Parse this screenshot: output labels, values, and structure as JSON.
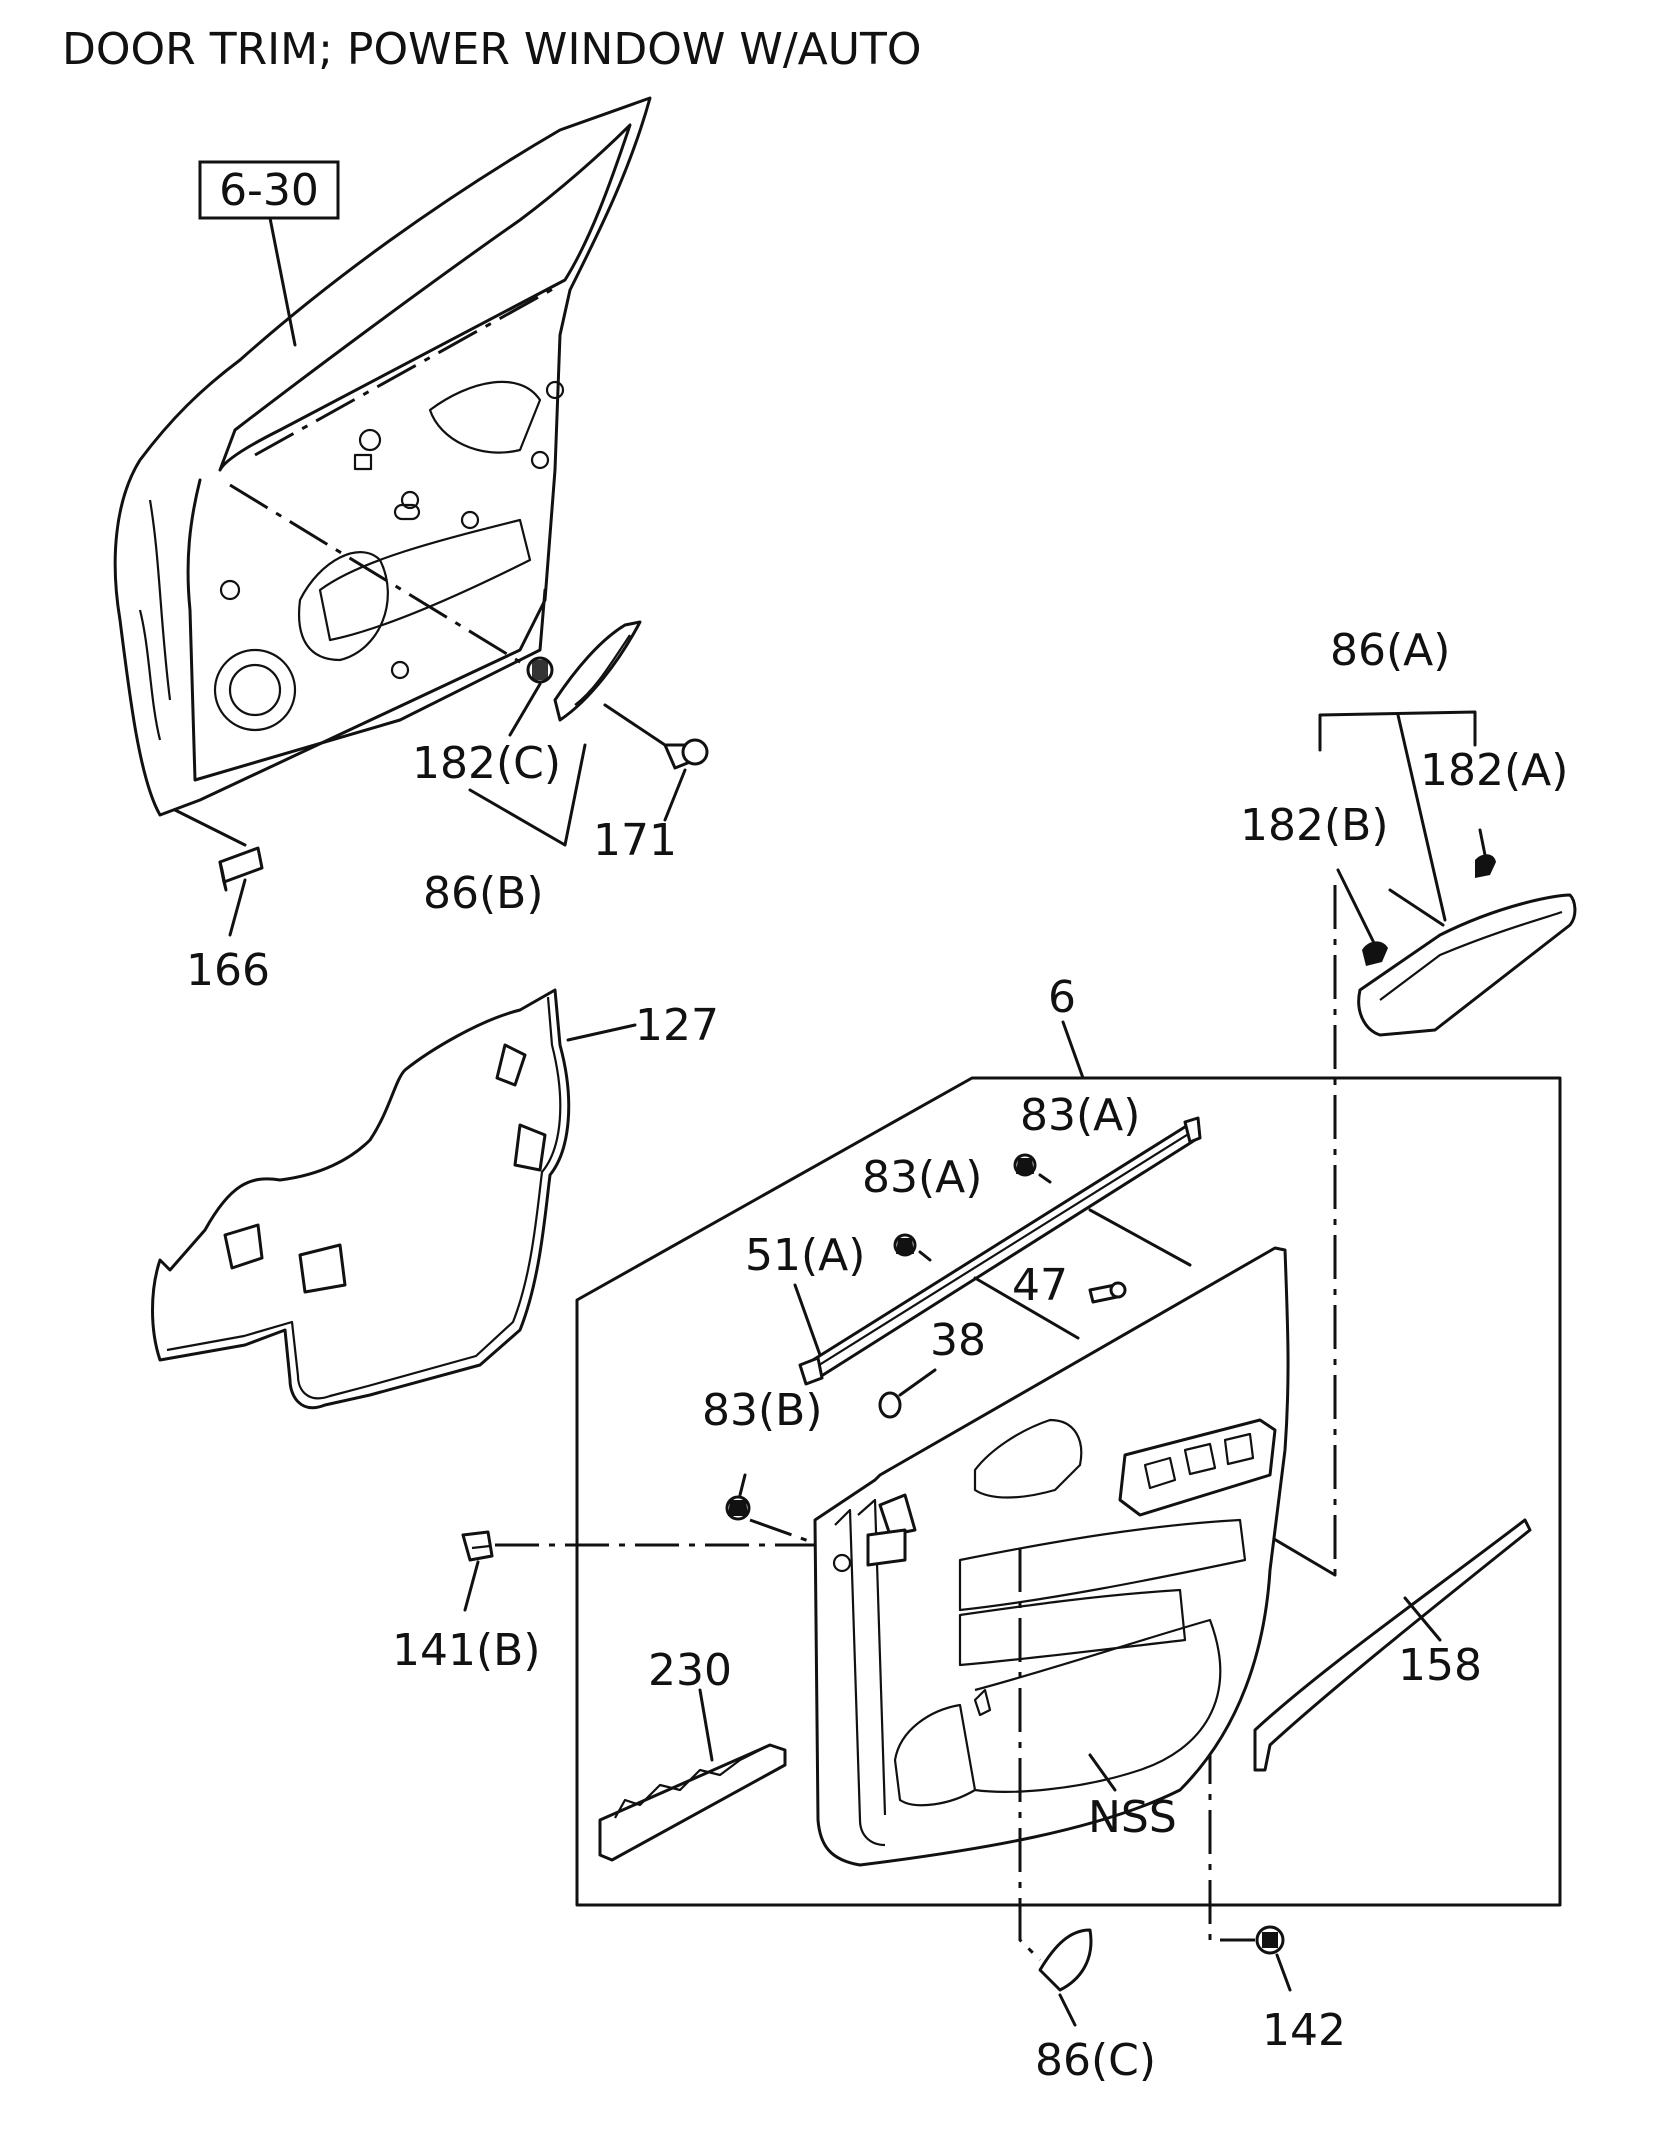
{
  "title": "DOOR TRIM; POWER WINDOW W/AUTO",
  "callouts": {
    "ref_box": "6-30",
    "p182c": "182(C)",
    "p171": "171",
    "p86b": "86(B)",
    "p166": "166",
    "p127": "127",
    "p86a": "86(A)",
    "p182a": "182(A)",
    "p182b": "182(B)",
    "p6": "6",
    "p83a_1": "83(A)",
    "p83a_2": "83(A)",
    "p51a": "51(A)",
    "p47": "47",
    "p38": "38",
    "p83b": "83(B)",
    "p141b": "141(B)",
    "p230": "230",
    "p158": "158",
    "pnss": "NSS",
    "p86c": "86(C)",
    "p142": "142"
  }
}
